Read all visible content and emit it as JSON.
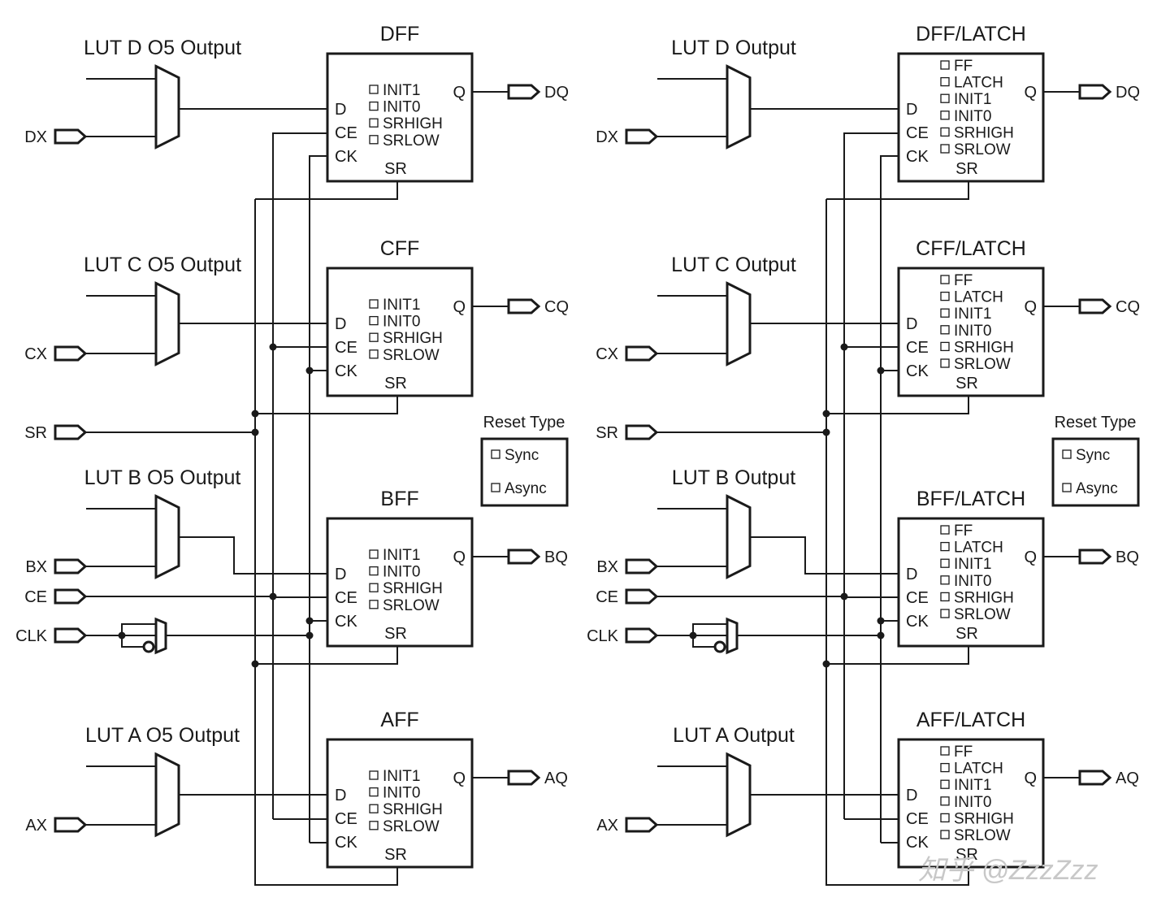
{
  "panels": [
    {
      "id": "left",
      "reset_type": {
        "title": "Reset Type",
        "options": [
          "Sync",
          "Async"
        ]
      },
      "global_inputs": {
        "sr": "SR",
        "ce": "CE",
        "clk": "CLK"
      },
      "pins": {
        "d": "D",
        "ce": "CE",
        "ck": "CK",
        "sr": "SR",
        "q": "Q"
      },
      "rows": [
        {
          "lut": "LUT D O5 Output",
          "input": "DX",
          "ff": "DFF",
          "output": "DQ",
          "options": [
            "INIT1",
            "INIT0",
            "SRHIGH",
            "SRLOW"
          ]
        },
        {
          "lut": "LUT C O5 Output",
          "input": "CX",
          "ff": "CFF",
          "output": "CQ",
          "options": [
            "INIT1",
            "INIT0",
            "SRHIGH",
            "SRLOW"
          ]
        },
        {
          "lut": "LUT B O5 Output",
          "input": "BX",
          "ff": "BFF",
          "output": "BQ",
          "options": [
            "INIT1",
            "INIT0",
            "SRHIGH",
            "SRLOW"
          ]
        },
        {
          "lut": "LUT A O5 Output",
          "input": "AX",
          "ff": "AFF",
          "output": "AQ",
          "options": [
            "INIT1",
            "INIT0",
            "SRHIGH",
            "SRLOW"
          ]
        }
      ]
    },
    {
      "id": "right",
      "reset_type": {
        "title": "Reset Type",
        "options": [
          "Sync",
          "Async"
        ]
      },
      "global_inputs": {
        "sr": "SR",
        "ce": "CE",
        "clk": "CLK"
      },
      "pins": {
        "d": "D",
        "ce": "CE",
        "ck": "CK",
        "sr": "SR",
        "q": "Q"
      },
      "rows": [
        {
          "lut": "LUT D Output",
          "input": "DX",
          "ff": "DFF/LATCH",
          "output": "DQ",
          "options": [
            "FF",
            "LATCH",
            "INIT1",
            "INIT0",
            "SRHIGH",
            "SRLOW"
          ]
        },
        {
          "lut": "LUT C Output",
          "input": "CX",
          "ff": "CFF/LATCH",
          "output": "CQ",
          "options": [
            "FF",
            "LATCH",
            "INIT1",
            "INIT0",
            "SRHIGH",
            "SRLOW"
          ]
        },
        {
          "lut": "LUT B Output",
          "input": "BX",
          "ff": "BFF/LATCH",
          "output": "BQ",
          "options": [
            "FF",
            "LATCH",
            "INIT1",
            "INIT0",
            "SRHIGH",
            "SRLOW"
          ]
        },
        {
          "lut": "LUT A Output",
          "input": "AX",
          "ff": "AFF/LATCH",
          "output": "AQ",
          "options": [
            "FF",
            "LATCH",
            "INIT1",
            "INIT0",
            "SRHIGH",
            "SRLOW"
          ]
        }
      ]
    }
  ],
  "watermark": "知乎 @ZzzZzz"
}
